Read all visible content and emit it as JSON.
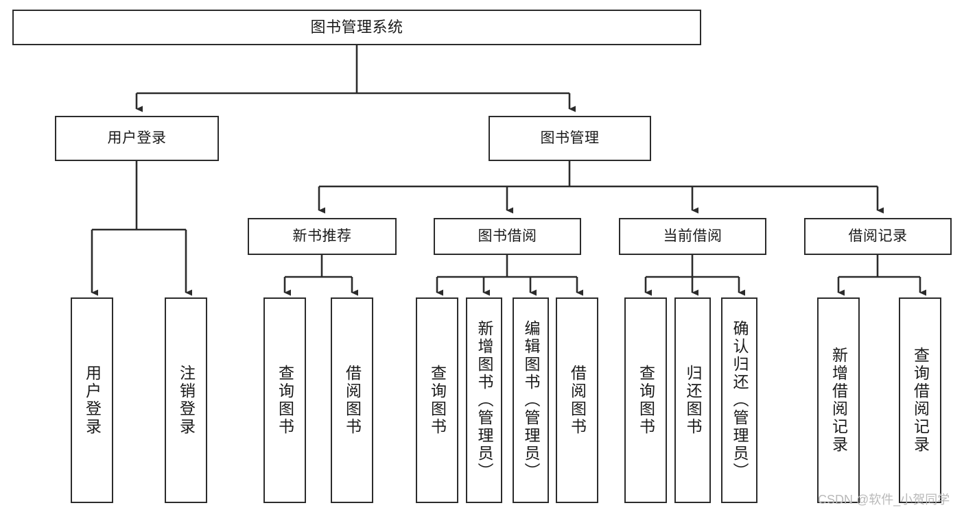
{
  "diagram": {
    "title": "图书管理系统",
    "type": "tree-hierarchy",
    "levels": 4,
    "watermark": "CSDN @软件_小贺同学",
    "colors": {
      "stroke": "#2b2b2b",
      "fill": "#ffffff",
      "text": "#1a1a1a",
      "watermark": "#b9b9b9"
    },
    "nodes": {
      "root": {
        "label": "图书管理系统"
      },
      "level2": [
        {
          "id": "user-login",
          "label": "用户登录"
        },
        {
          "id": "book-manage",
          "label": "图书管理"
        }
      ],
      "level3": [
        {
          "id": "new-book-recommend",
          "label": "新书推荐"
        },
        {
          "id": "book-borrow",
          "label": "图书借阅"
        },
        {
          "id": "current-borrow",
          "label": "当前借阅"
        },
        {
          "id": "borrow-record",
          "label": "借阅记录"
        }
      ],
      "leaves": {
        "user-login": [
          {
            "id": "leaf-user-login",
            "label": "用户登录"
          },
          {
            "id": "leaf-logout-login",
            "label": "注销登录"
          }
        ],
        "new-book-recommend": [
          {
            "id": "leaf-query-book-1",
            "label": "查询图书"
          },
          {
            "id": "leaf-borrow-book-1",
            "label": "借阅图书"
          }
        ],
        "book-borrow": [
          {
            "id": "leaf-query-book-2",
            "label": "查询图书"
          },
          {
            "id": "leaf-add-book",
            "label": "新增图书（管理员）"
          },
          {
            "id": "leaf-edit-book",
            "label": "编辑图书（管理员）"
          },
          {
            "id": "leaf-borrow-book-2",
            "label": "借阅图书"
          }
        ],
        "current-borrow": [
          {
            "id": "leaf-query-book-3",
            "label": "查询图书"
          },
          {
            "id": "leaf-return-book",
            "label": "归还图书"
          },
          {
            "id": "leaf-confirm-return",
            "label": "确认归还（管理员）"
          }
        ],
        "borrow-record": [
          {
            "id": "leaf-add-borrow-record",
            "label": "新增借阅记录"
          },
          {
            "id": "leaf-query-borrow-record",
            "label": "查询借阅记录"
          }
        ]
      }
    }
  }
}
